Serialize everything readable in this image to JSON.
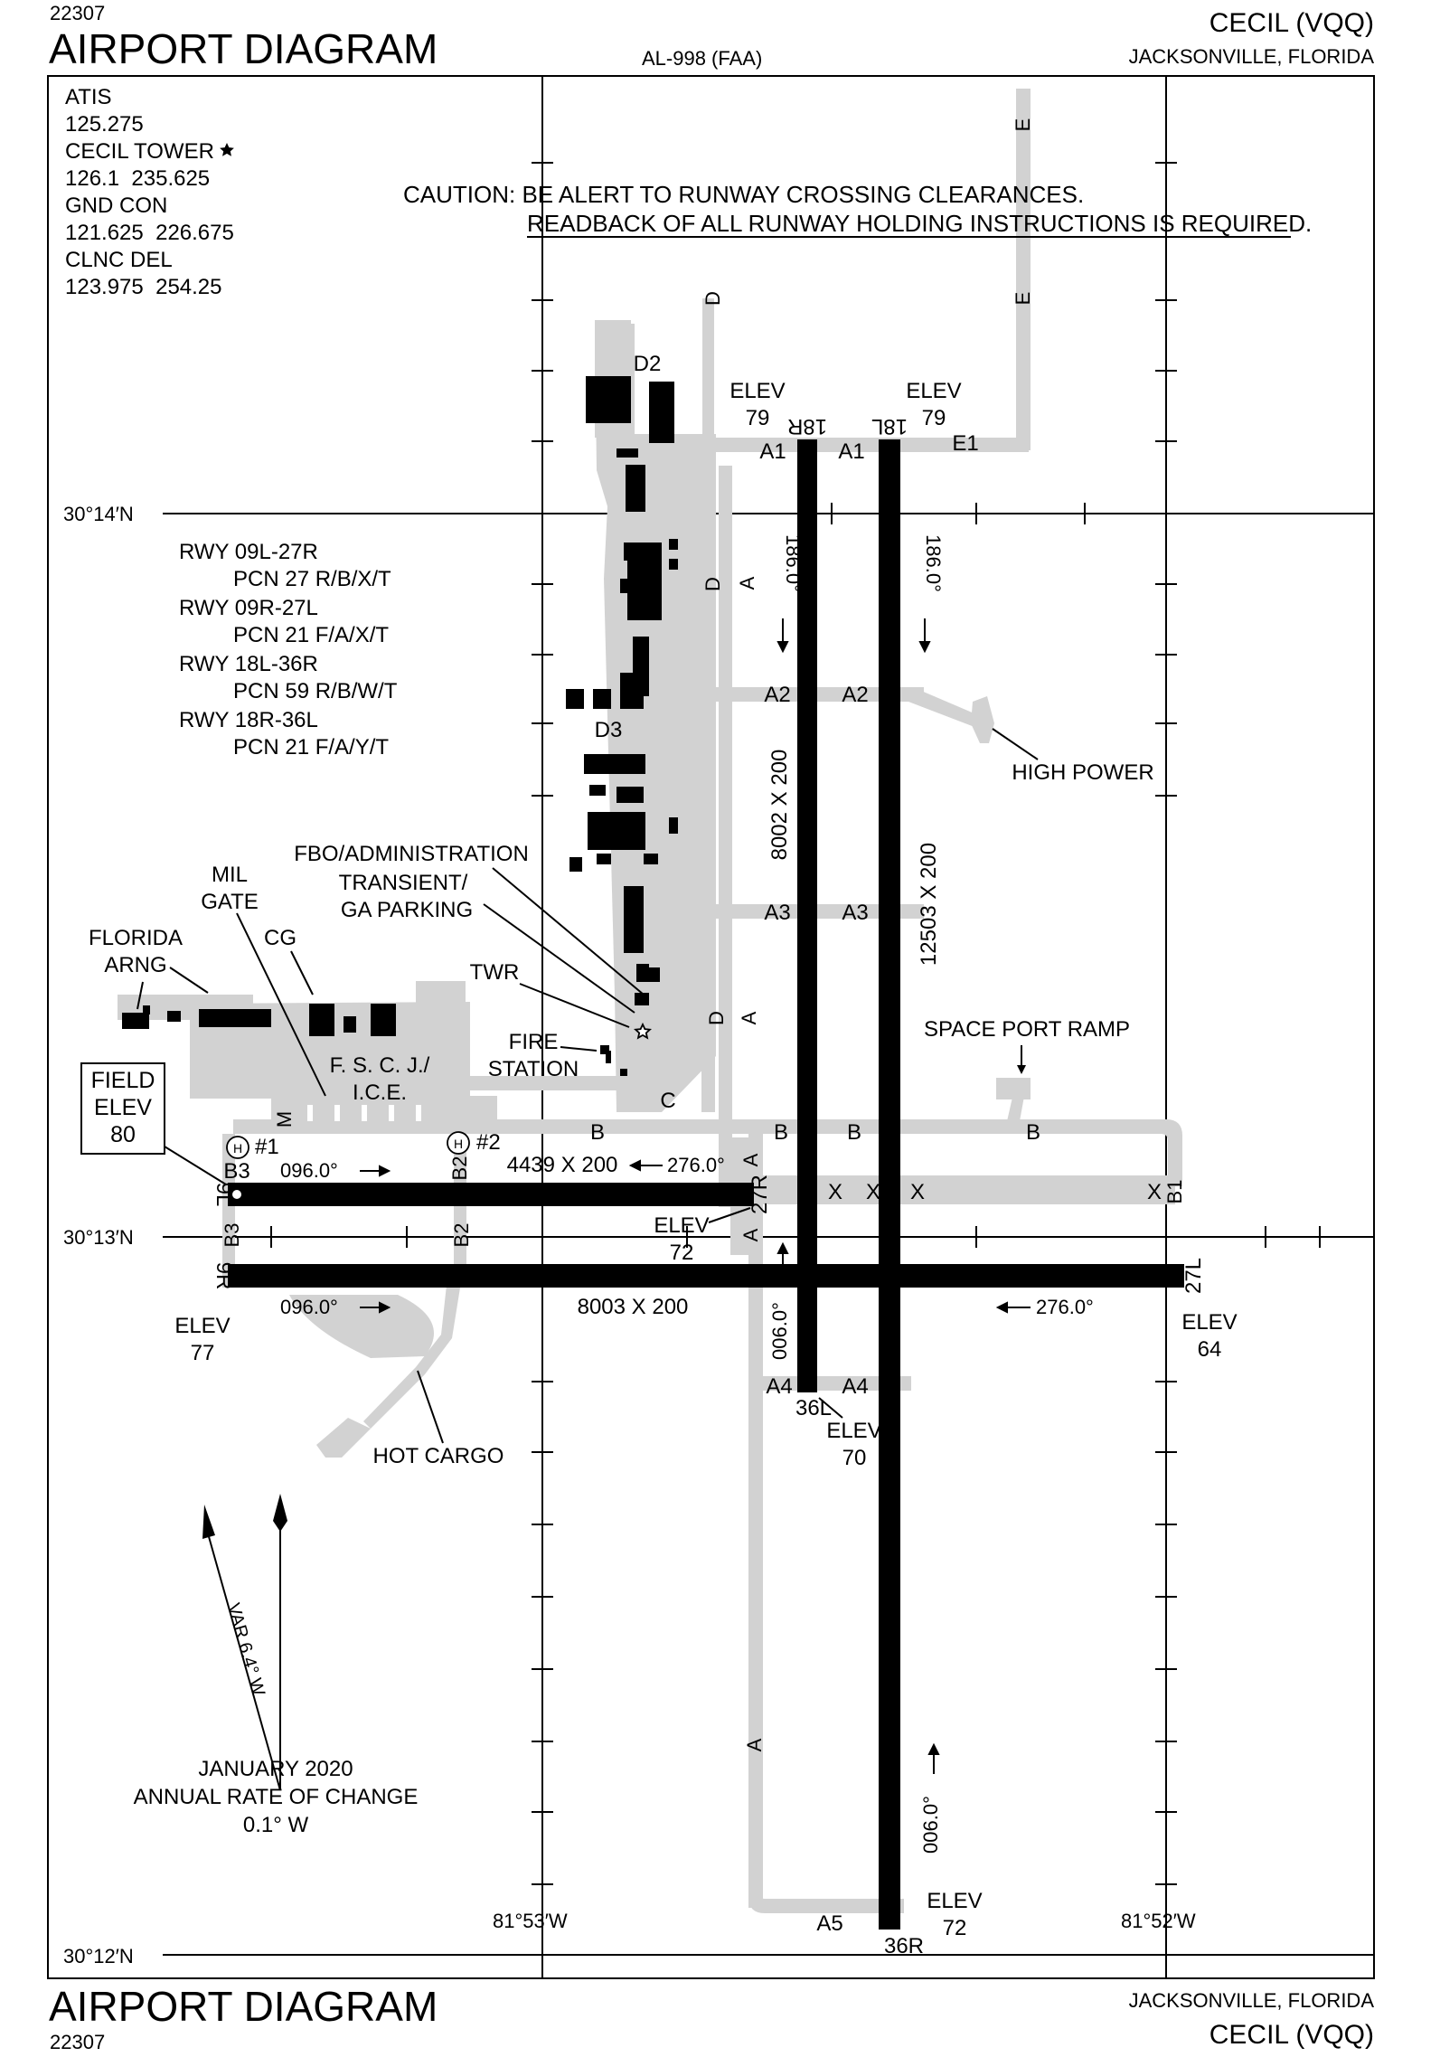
{
  "header": {
    "top_id": "22307",
    "title": "AIRPORT DIAGRAM",
    "procedure_id": "AL-998 (FAA)",
    "airport_name": "CECIL (VQQ)",
    "location": "JACKSONVILLE, FLORIDA"
  },
  "footer": {
    "title": "AIRPORT DIAGRAM",
    "bottom_id": "22307",
    "location": "JACKSONVILLE, FLORIDA",
    "airport_name": "CECIL (VQQ)"
  },
  "frequencies": [
    "ATIS",
    "125.275",
    "CECIL TOWER",
    "126.1  235.625",
    "GND CON",
    "121.625  226.675",
    "CLNC DEL",
    "123.975  254.25"
  ],
  "caution": {
    "line1": "CAUTION: BE ALERT TO RUNWAY CROSSING CLEARANCES.",
    "line2": "READBACK OF ALL RUNWAY HOLDING INSTRUCTIONS IS REQUIRED."
  },
  "pcn": [
    "RWY 09L-27R",
    "PCN 27 R/B/X/T",
    "RWY 09R-27L",
    "PCN 21 F/A/X/T",
    "RWY 18L-36R",
    "PCN 59 R/B/W/T",
    "RWY 18R-36L",
    "PCN 21 F/A/Y/T"
  ],
  "field_elev": [
    "FIELD",
    "ELEV",
    "80"
  ],
  "lat_labels": [
    "30°14′N",
    "30°13′N",
    "30°12′N"
  ],
  "lon_labels": [
    "81°53′W",
    "81°52′W"
  ],
  "runways": {
    "rwy_18R": "18R",
    "rwy_18L": "18L",
    "rwy_36L": "36L",
    "rwy_36R": "36R",
    "rwy_9L": "9L",
    "rwy_9R": "9R",
    "rwy_27R": "27R",
    "rwy_27L": "27L",
    "dim_18R": "8002 X 200",
    "dim_18L": "12503 X 200",
    "dim_9L": "4439 X 200",
    "dim_9R": "8003 X 200",
    "hdg_186": "186.0°",
    "hdg_006": "006.0°",
    "hdg_096": "096.0°",
    "hdg_276": "276.0°"
  },
  "elevations": {
    "elev": "ELEV",
    "v79": "79",
    "v72": "72",
    "v77": "77",
    "v64": "64",
    "v70": "70"
  },
  "taxiways": {
    "A": "A",
    "A1": "A1",
    "A2": "A2",
    "A3": "A3",
    "A4": "A4",
    "A5": "A5",
    "B": "B",
    "B1": "B1",
    "B2": "B2",
    "B3": "B3",
    "C": "C",
    "D": "D",
    "D2": "D2",
    "D3": "D3",
    "E": "E",
    "E1": "E1",
    "M": "M",
    "X": "X"
  },
  "callouts": {
    "high_power": "HIGH POWER",
    "fbo": "FBO/ADMINISTRATION",
    "transient_1": "TRANSIENT/",
    "transient_2": "GA PARKING",
    "mil_1": "MIL",
    "mil_2": "GATE",
    "florida_1": "FLORIDA",
    "florida_2": "ARNG",
    "cg": "CG",
    "twr": "TWR",
    "fire_1": "FIRE",
    "fire_2": "STATION",
    "fscj_1": "F. S. C. J./",
    "fscj_2": "I.C.E.",
    "space_port": "SPACE PORT RAMP",
    "hot_cargo": "HOT CARGO",
    "helipad": "H",
    "helipad_1": "#1",
    "helipad_2": "#2"
  },
  "variation": {
    "var": "VAR 6.4° W",
    "date": "JANUARY 2020",
    "rate_1": "ANNUAL RATE OF CHANGE",
    "rate_2": "0.1° W"
  },
  "colors": {
    "pavement": "#d2d2d2",
    "runway": "#000000",
    "ink": "#000000",
    "background": "#ffffff"
  }
}
